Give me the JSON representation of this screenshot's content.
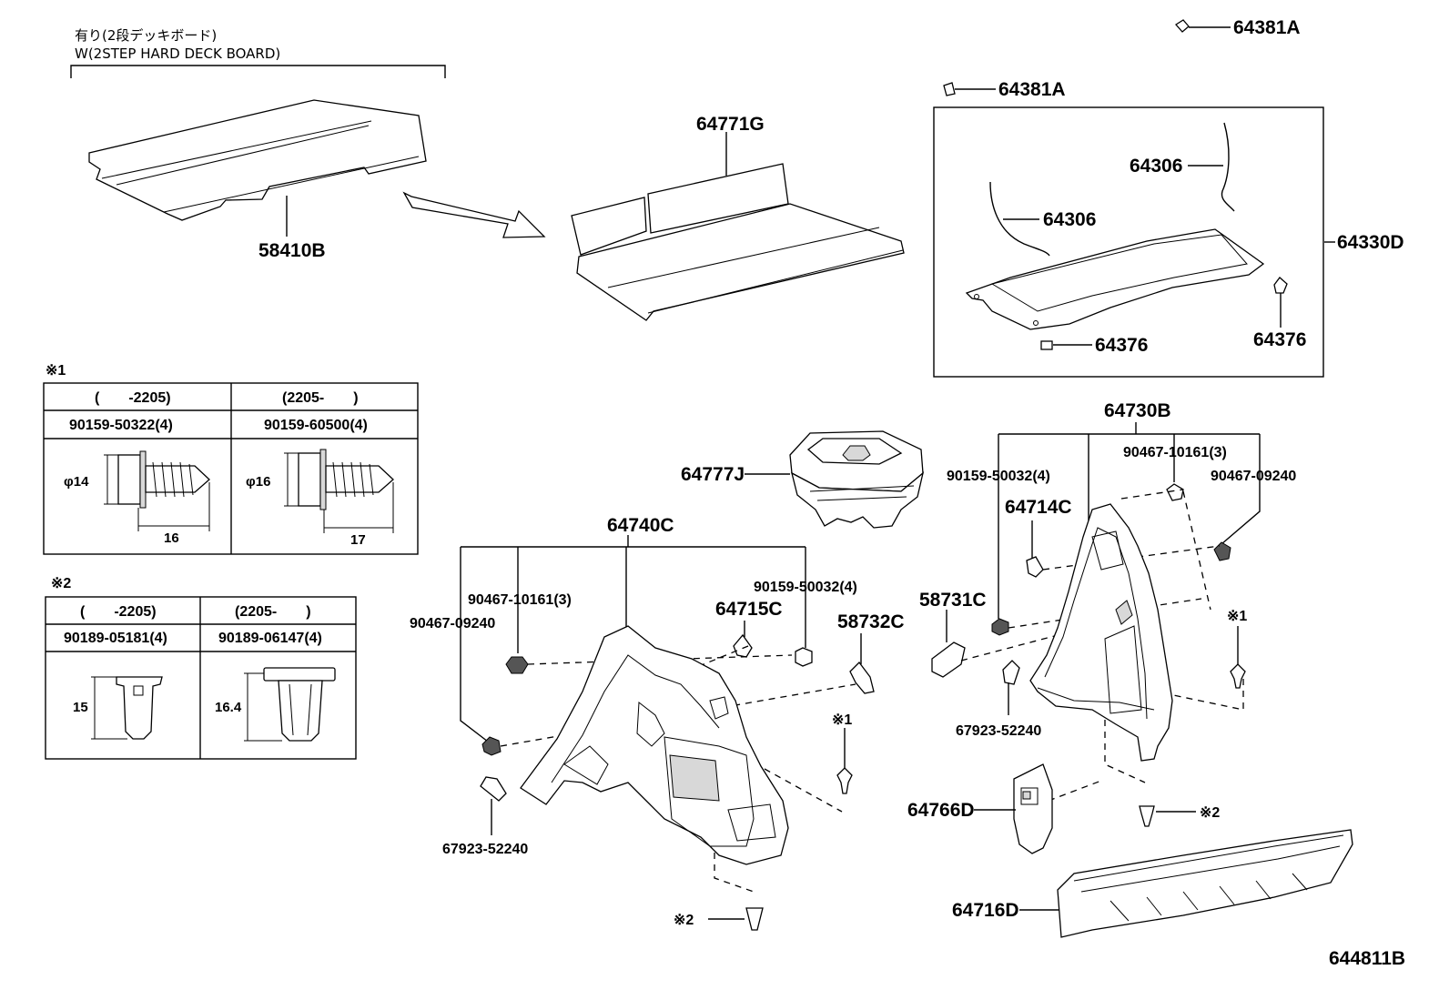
{
  "header": {
    "jp_note": "有り(2段デッキボード)",
    "en_note": "W(2STEP HARD DECK BOARD)"
  },
  "part_labels": {
    "p58410B": "58410B",
    "p64771G": "64771G",
    "p64381A_top": "64381A",
    "p64381A_box": "64381A",
    "p64306_a": "64306",
    "p64306_b": "64306",
    "p64330D": "64330D",
    "p64376_a": "64376",
    "p64376_b": "64376",
    "p64730B": "64730B",
    "p64777J": "64777J",
    "p64740C": "64740C",
    "p90467_10161_left": "90467-10161(3)",
    "p90159_50032_left": "90159-50032(4)",
    "p90467_09240_left": "90467-09240",
    "p64715C": "64715C",
    "p58732C": "58732C",
    "p67923_left": "67923-52240",
    "p90159_50032_right": "90159-50032(4)",
    "p90467_10161_right": "90467-10161(3)",
    "p90467_09240_right": "90467-09240",
    "p64714C": "64714C",
    "p58731C": "58731C",
    "p67923_right": "67923-52240",
    "p64766D": "64766D",
    "p64716D": "64716D",
    "diagram_id": "644811B"
  },
  "ref_marks": {
    "m1": "※1",
    "m2": "※2",
    "ref1_left_mid": "※1",
    "ref2_left_bottom": "※2",
    "ref1_right": "※1",
    "ref2_right": "※2"
  },
  "table1": {
    "col1_range": "(　　-2205)",
    "col2_range": "(2205-　　)",
    "col1_part": "90159-50322(4)",
    "col2_part": "90159-60500(4)",
    "col1_dia": "φ14",
    "col2_dia": "φ16",
    "col1_len": "16",
    "col2_len": "17"
  },
  "table2": {
    "col1_range": "(　　-2205)",
    "col2_range": "(2205-　　)",
    "col1_part": "90189-05181(4)",
    "col2_part": "90189-06147(4)",
    "col1_height": "15",
    "col2_height": "16.4"
  }
}
